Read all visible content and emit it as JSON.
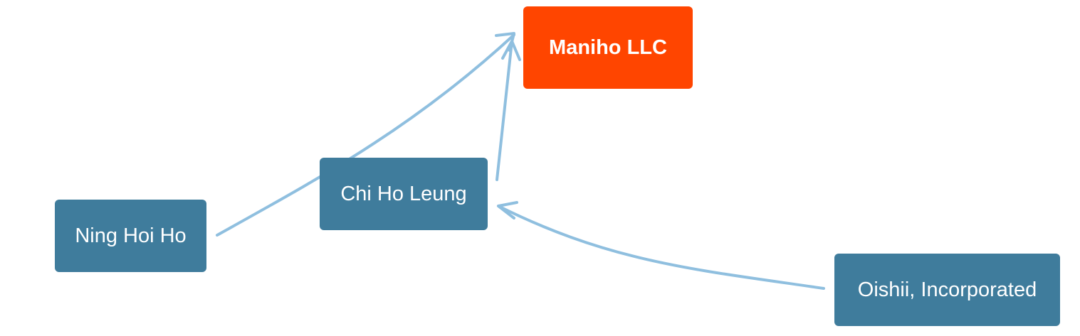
{
  "colors": {
    "entity": "#3f7c9c",
    "focus": "#ff4500",
    "edge": "#8fbfdf",
    "text": "#ffffff"
  },
  "nodes": [
    {
      "id": "maniho",
      "label": "Maniho LLC",
      "role": "focus"
    },
    {
      "id": "chi",
      "label": "Chi Ho Leung",
      "role": "entity"
    },
    {
      "id": "ning",
      "label": "Ning Hoi Ho",
      "role": "entity"
    },
    {
      "id": "oishii",
      "label": "Oishii, Incorporated",
      "role": "entity"
    }
  ],
  "edges": [
    {
      "from": "ning",
      "to": "maniho"
    },
    {
      "from": "chi",
      "to": "maniho"
    },
    {
      "from": "oishii",
      "to": "chi"
    }
  ]
}
